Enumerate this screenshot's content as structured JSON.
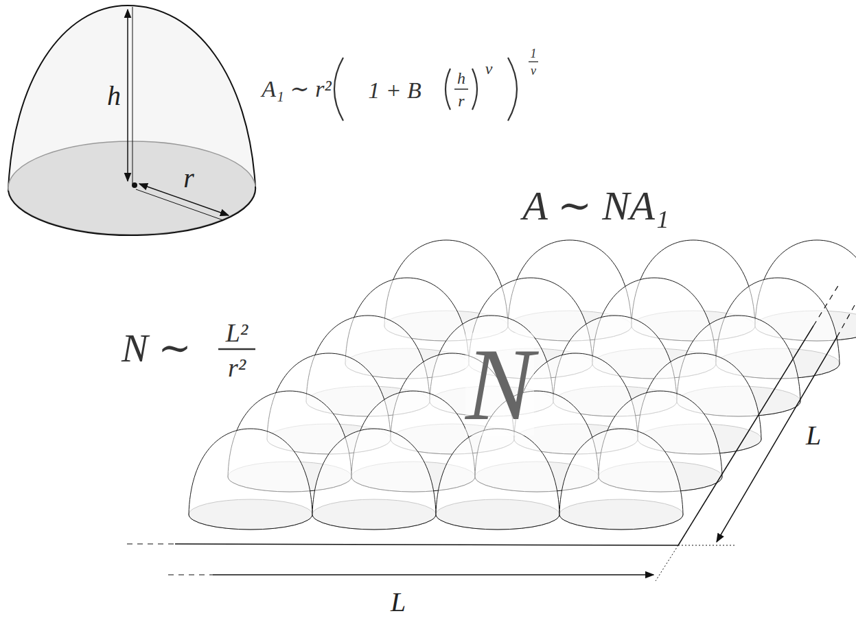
{
  "diagram": {
    "labels": [
      "A₁ ∼ r²",
      "1 + B",
      "h",
      "r",
      "ν",
      "1",
      "ν",
      "A ∼ NA₁",
      "N ∼",
      "L²",
      "r²",
      "N",
      "h",
      "r",
      "L",
      "L"
    ]
  }
}
